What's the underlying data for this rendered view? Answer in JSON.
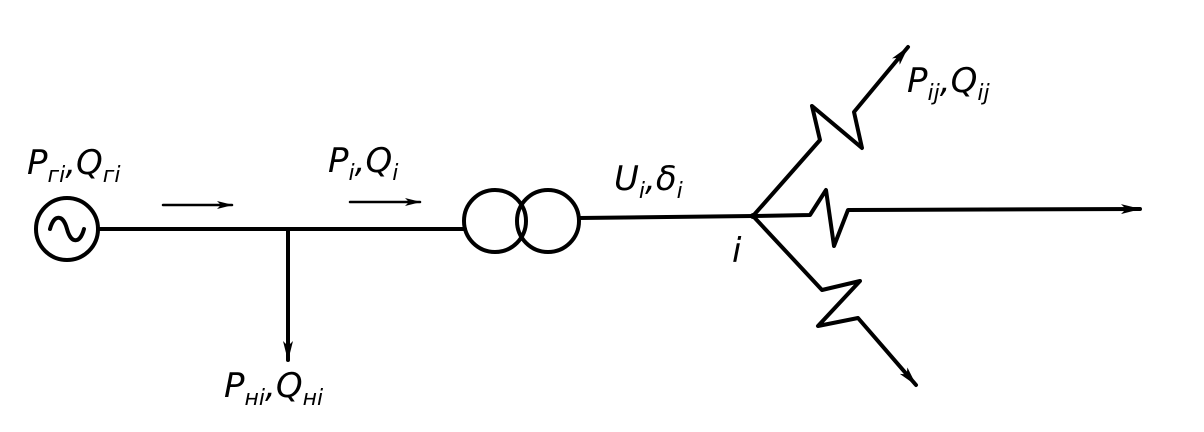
{
  "labels": {
    "gen": {
      "P": "P",
      "P_sub": "гi",
      "sep": ",",
      "Q": "Q",
      "Q_sub": "гi"
    },
    "line": {
      "P": "P",
      "P_sub": "i",
      "sep": ",",
      "Q": "Q",
      "Q_sub": "i"
    },
    "load": {
      "P": "P",
      "P_sub": "нi",
      "sep": ",",
      "Q": "Q",
      "Q_sub": "нi"
    },
    "node_state": {
      "U": "U",
      "U_sub": "i",
      "sep": ",",
      "d": "δ",
      "d_sub": "i"
    },
    "branch": {
      "P": "P",
      "P_sub": "ij",
      "sep": ",",
      "Q": "Q",
      "Q_sub": "ij"
    },
    "node": "i",
    "generator_symbol": "~"
  }
}
